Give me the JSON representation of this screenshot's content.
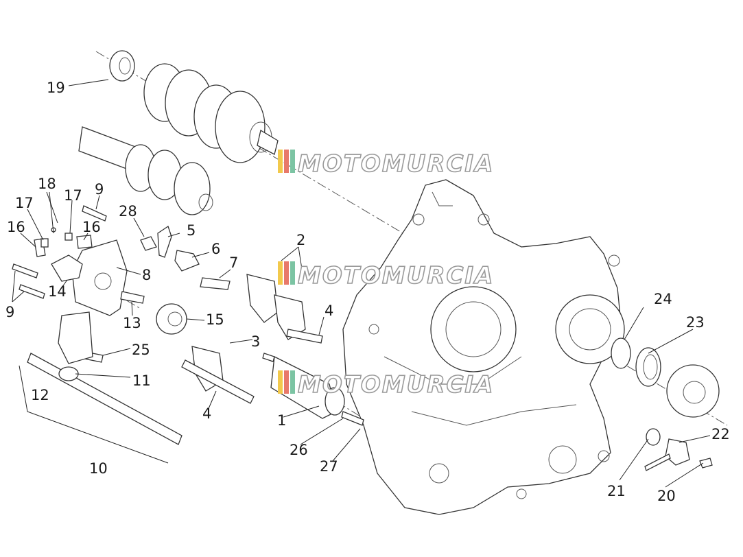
{
  "watermark": {
    "text": "MOTOMURCIA",
    "colors": [
      "#f2c94c",
      "#e8796a",
      "#7cc4a3",
      "#cfd8e3"
    ]
  },
  "callouts": [
    "19",
    "18",
    "17",
    "9",
    "17",
    "16",
    "16",
    "28",
    "5",
    "6",
    "7",
    "8",
    "14",
    "9",
    "13",
    "15",
    "2",
    "4",
    "3",
    "25",
    "11",
    "12",
    "4",
    "1",
    "26",
    "27",
    "10",
    "24",
    "23",
    "22",
    "21",
    "20"
  ]
}
